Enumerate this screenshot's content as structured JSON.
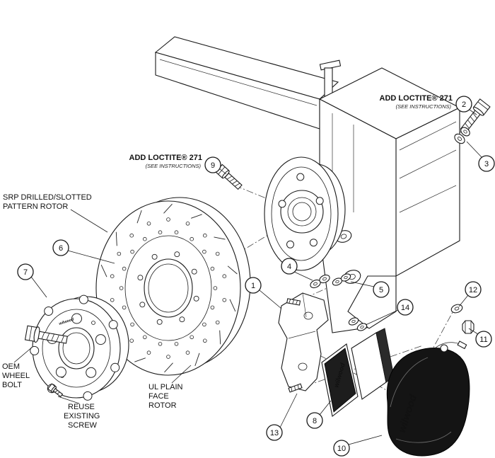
{
  "colors": {
    "red": "#e8000d",
    "caliper": "#141414",
    "friction": "#1d1d1d"
  },
  "annotations": {
    "loctite_right": {
      "title": "ADD LOCTITE® 271",
      "subtitle": "(SEE INSTRUCTIONS)"
    },
    "loctite_left": {
      "title": "ADD LOCTITE® 271",
      "subtitle": "(SEE INSTRUCTIONS)"
    }
  },
  "labels": {
    "srp": [
      "SRP DRILLED/SLOTTED",
      "PATTERN ROTOR"
    ],
    "oem": [
      "OEM",
      "WHEEL",
      "BOLT"
    ],
    "reuse": [
      "REUSE",
      "EXISTING",
      "SCREW"
    ],
    "ul": [
      "UL PLAIN",
      "FACE",
      "ROTOR"
    ]
  },
  "brand": "wilwood",
  "callouts": [
    "1",
    "2",
    "3",
    "4",
    "5",
    "6",
    "7",
    "8",
    "9",
    "10",
    "11",
    "12",
    "13",
    "14"
  ]
}
